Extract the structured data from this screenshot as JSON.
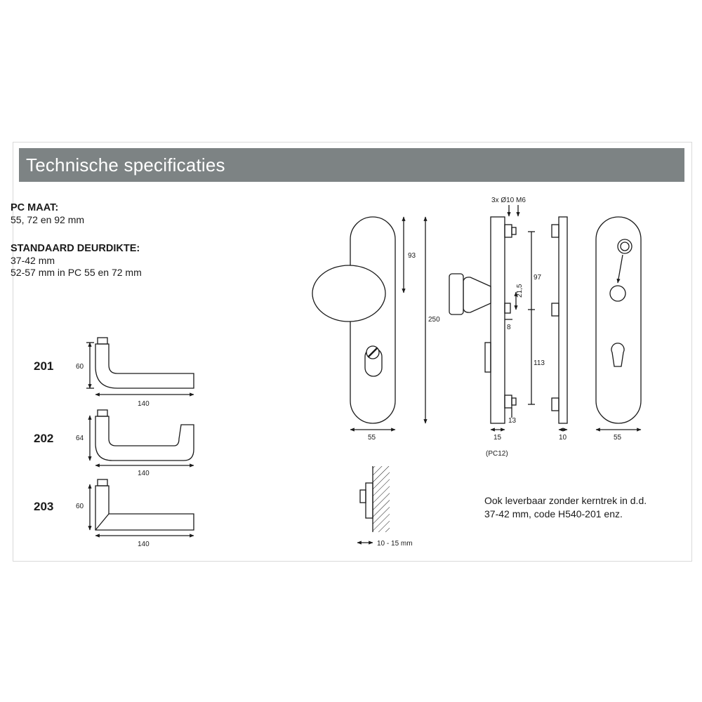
{
  "header": {
    "title": "Technische specificaties"
  },
  "specs": [
    {
      "label": "PC MAAT:",
      "lines": [
        "55, 72 en 92 mm"
      ]
    },
    {
      "label": "STANDAARD DEURDIKTE:",
      "lines": [
        "37-42 mm",
        "52-57 mm in PC 55 en 72 mm"
      ]
    }
  ],
  "handles": [
    {
      "code": "201",
      "height": "60",
      "width": "140"
    },
    {
      "code": "202",
      "height": "64",
      "width": "140"
    },
    {
      "code": "203",
      "height": "60",
      "width": "140"
    }
  ],
  "front_view": {
    "dim_top": "93",
    "dim_total": "250",
    "dim_width": "55"
  },
  "side_view": {
    "screws": "3x Ø10 M6",
    "dim_upper": "97",
    "dim_mid": "21,5",
    "dim_pin": "8",
    "dim_lower": "113",
    "dim_bottom": "13",
    "dim_thickness": "15",
    "sub_label": "(PC12)"
  },
  "back_side_view": {
    "dim_thickness": "10"
  },
  "back_view": {
    "dim_width": "55"
  },
  "mount_detail": {
    "dim_range": "10 - 15 mm"
  },
  "note": {
    "lines": [
      "Ook leverbaar zonder kerntrek in d.d.",
      "37-42 mm, code H540-201 enz."
    ]
  },
  "colors": {
    "title_bar": "#7d8384",
    "title_text": "#ffffff",
    "line": "#1a1a1a"
  },
  "icons": {
    "arrow": "arrowhead-icon",
    "hatch": "wall-hatch-icon"
  }
}
